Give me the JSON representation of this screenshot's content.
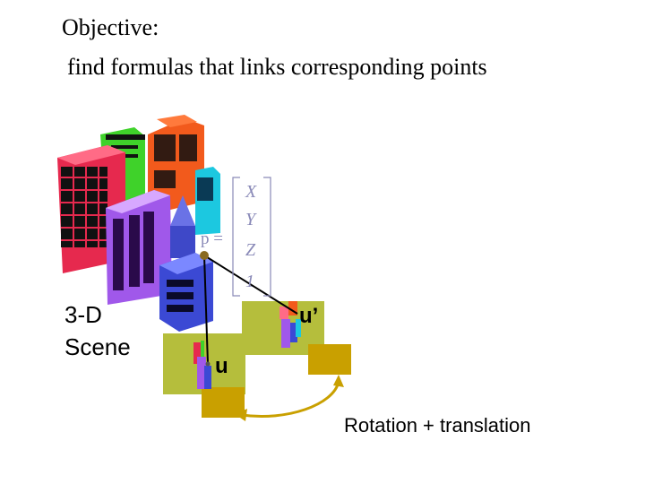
{
  "title": {
    "line1": "Objective:",
    "line2": "find formulas that links corresponding points"
  },
  "scene_label": {
    "line1": "3-D",
    "line2": "Scene"
  },
  "point_label": "p =",
  "vector": [
    "X",
    "Y",
    "Z",
    "1"
  ],
  "image_point_left": "u",
  "image_point_right": "u’",
  "caption": "Rotation + translation",
  "colors": {
    "vector": "#8a8ab8",
    "image_plane": "#b5be3c",
    "camera_box": "#c9a000",
    "arrow": "#c9a000"
  }
}
